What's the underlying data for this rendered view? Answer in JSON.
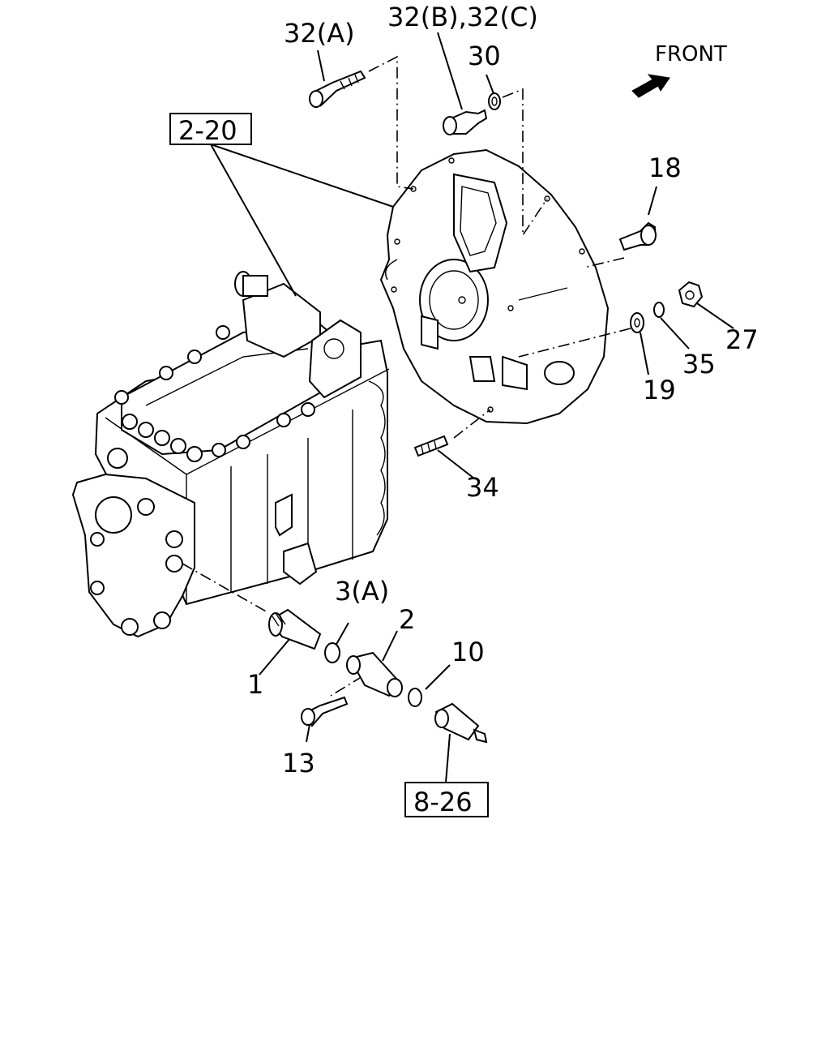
{
  "labels": {
    "p32a": "32(A)",
    "p32bc": "32(B),32(C)",
    "p30": "30",
    "front": "FRONT",
    "ref_2_20": "2-20",
    "p18": "18",
    "p27": "27",
    "p35": "35",
    "p19": "19",
    "p34": "34",
    "p3a": "3(A)",
    "p2": "2",
    "p10": "10",
    "p1": "1",
    "p13": "13",
    "ref_8_26": "8-26"
  }
}
